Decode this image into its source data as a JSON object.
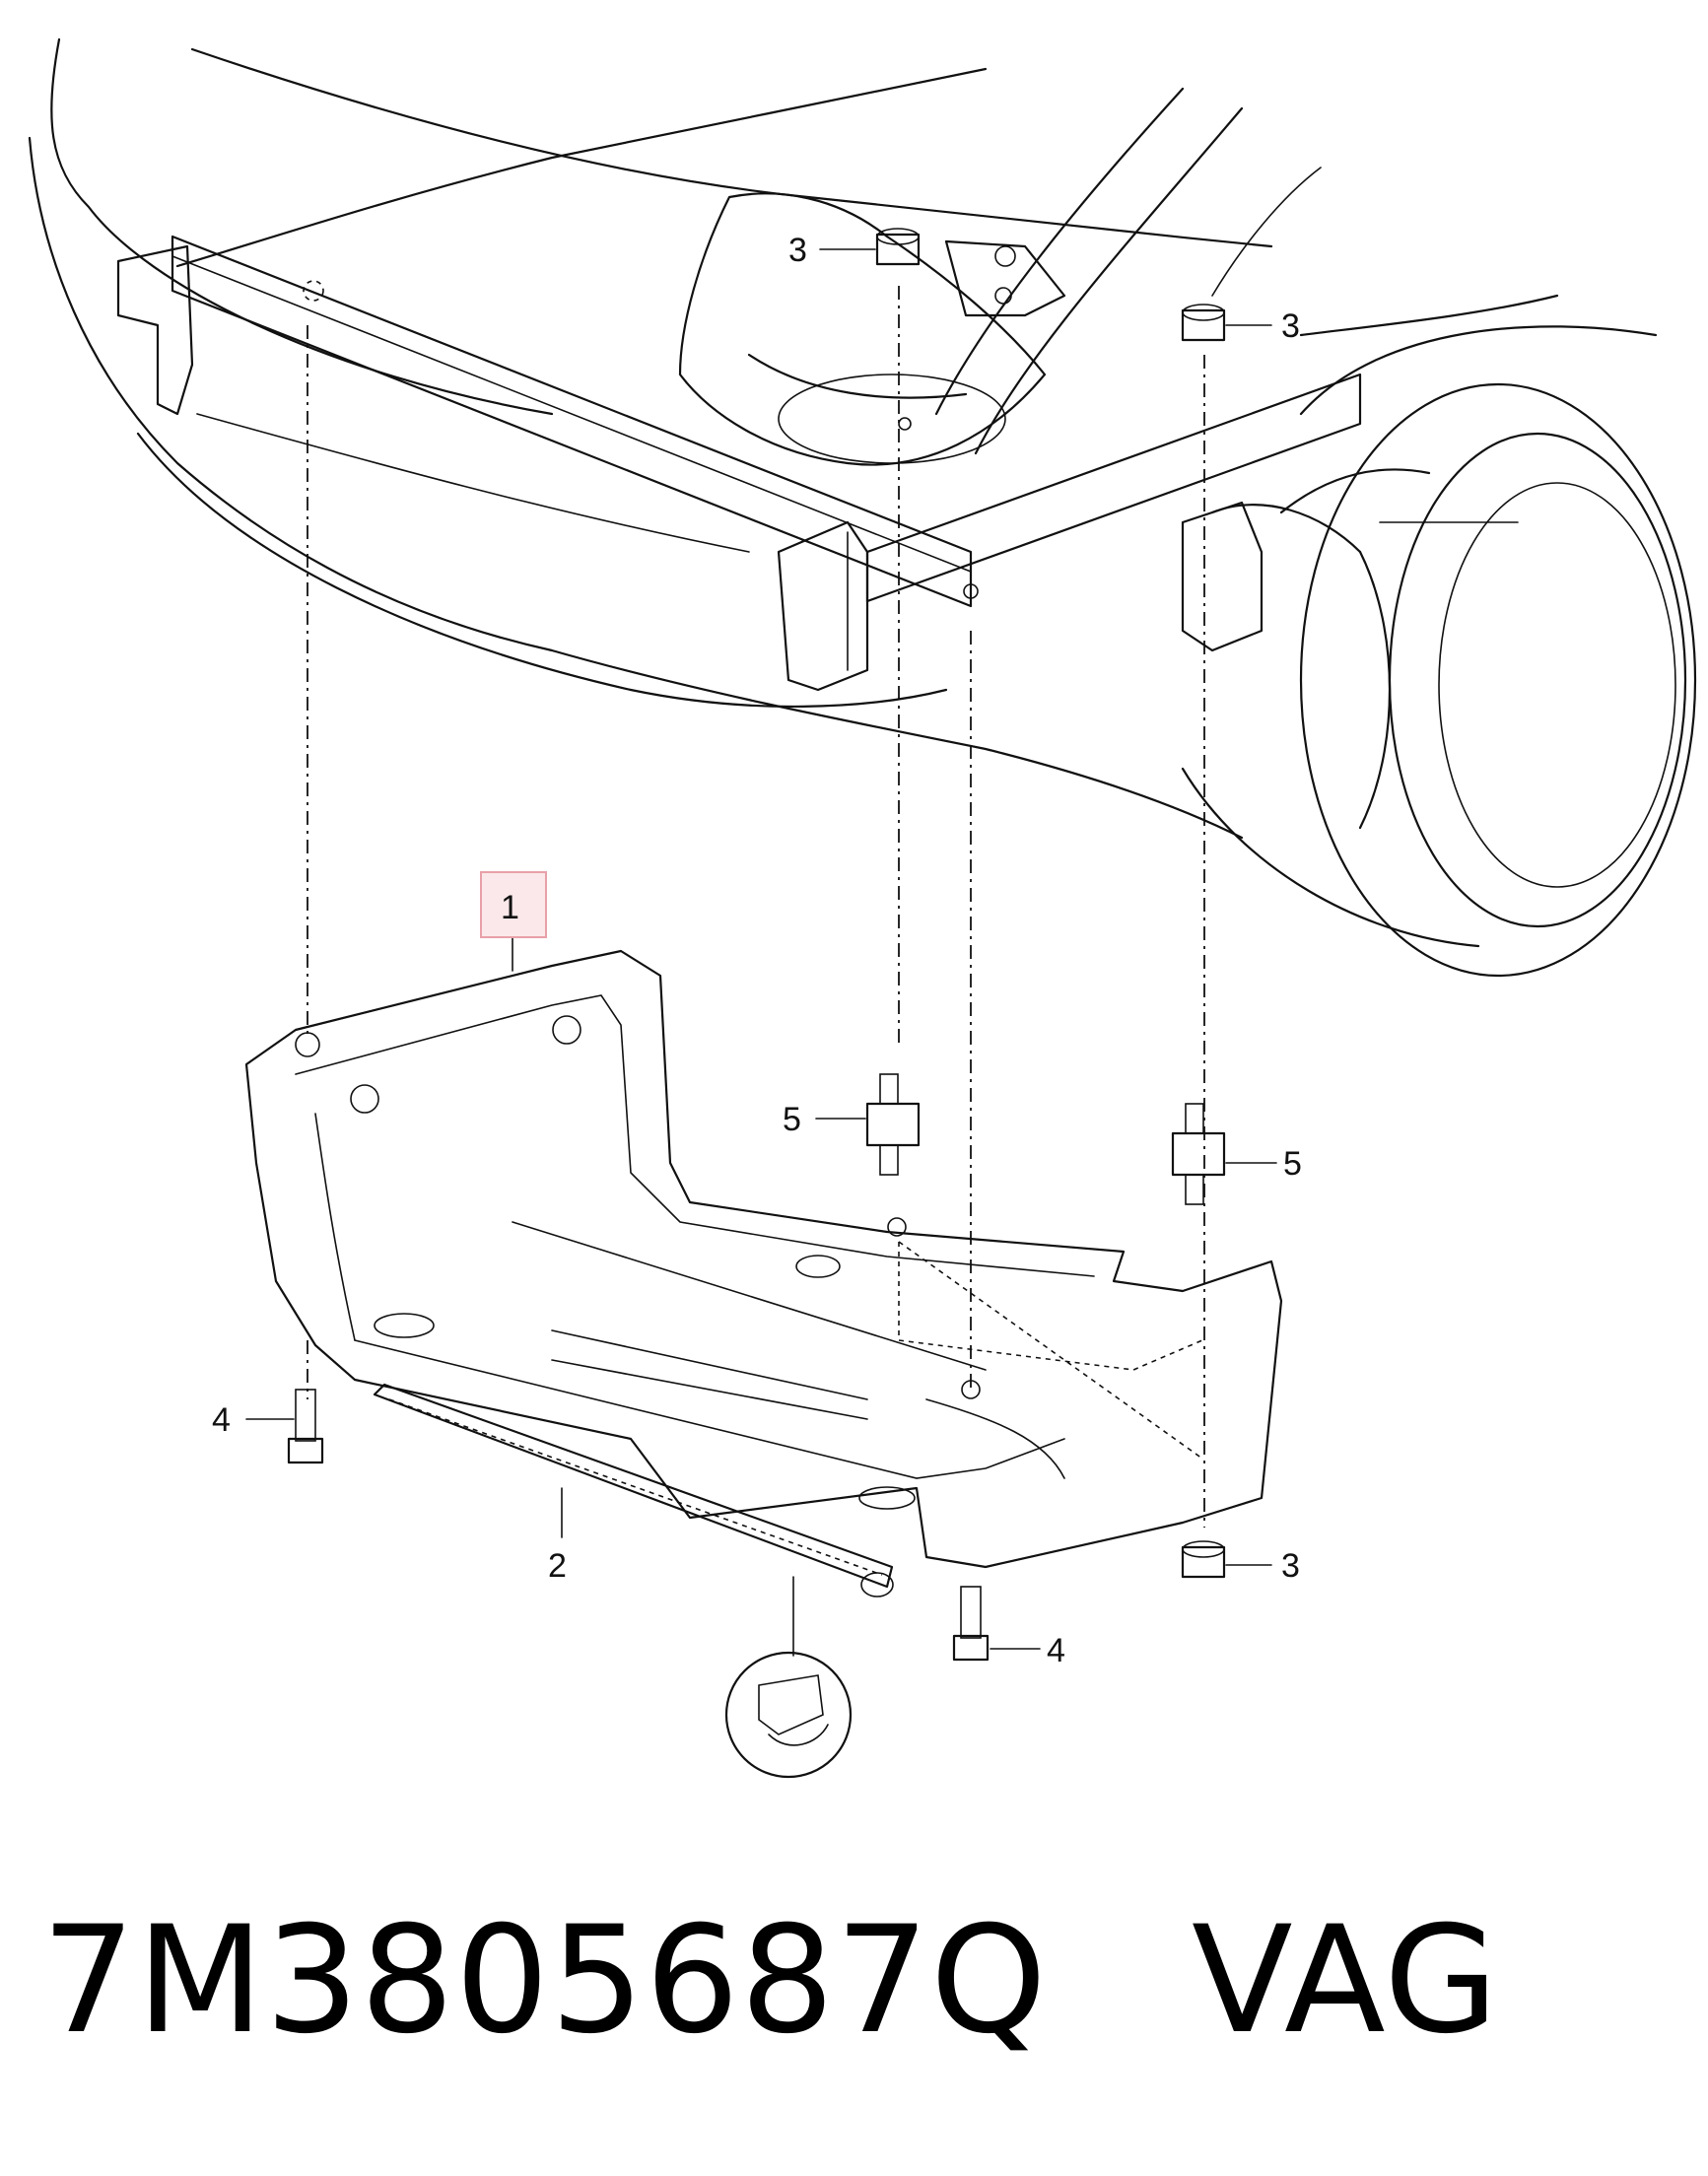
{
  "callouts": [
    {
      "id": "1",
      "label": "1",
      "highlight_color": "#e8a0a8"
    },
    {
      "id": "2a",
      "label": "2"
    },
    {
      "id": "3a",
      "label": "3"
    },
    {
      "id": "3b",
      "label": "3"
    },
    {
      "id": "3c",
      "label": "3"
    },
    {
      "id": "4a",
      "label": "4"
    },
    {
      "id": "4b",
      "label": "4"
    },
    {
      "id": "5a",
      "label": "5"
    },
    {
      "id": "5b",
      "label": "5"
    }
  ],
  "footer": {
    "part_number": "7M3805687Q",
    "brand": "VAG"
  }
}
